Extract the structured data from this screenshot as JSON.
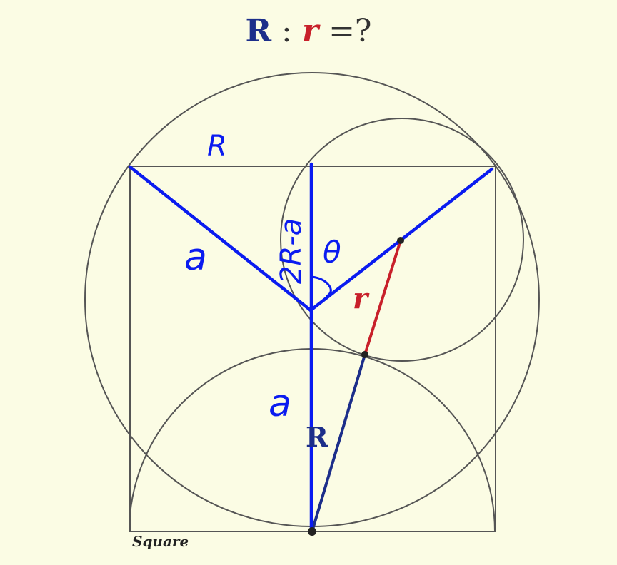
{
  "title": {
    "R": "R",
    "colon": ":",
    "r": "r",
    "equals": "=?"
  },
  "labels": {
    "R_top": "R",
    "a_left": "a",
    "two_R_minus_a": "2R-a",
    "theta": "θ",
    "r_red": "r",
    "a_bottom": "a",
    "R_bottom": "R",
    "square": "Square"
  },
  "colors": {
    "background": "#fbfce4",
    "outline": "#555555",
    "blue_ink": "#0a1bf0",
    "R_blue": "#1c2e8a",
    "r_red": "#c8202a",
    "title_dark": "#333333"
  }
}
